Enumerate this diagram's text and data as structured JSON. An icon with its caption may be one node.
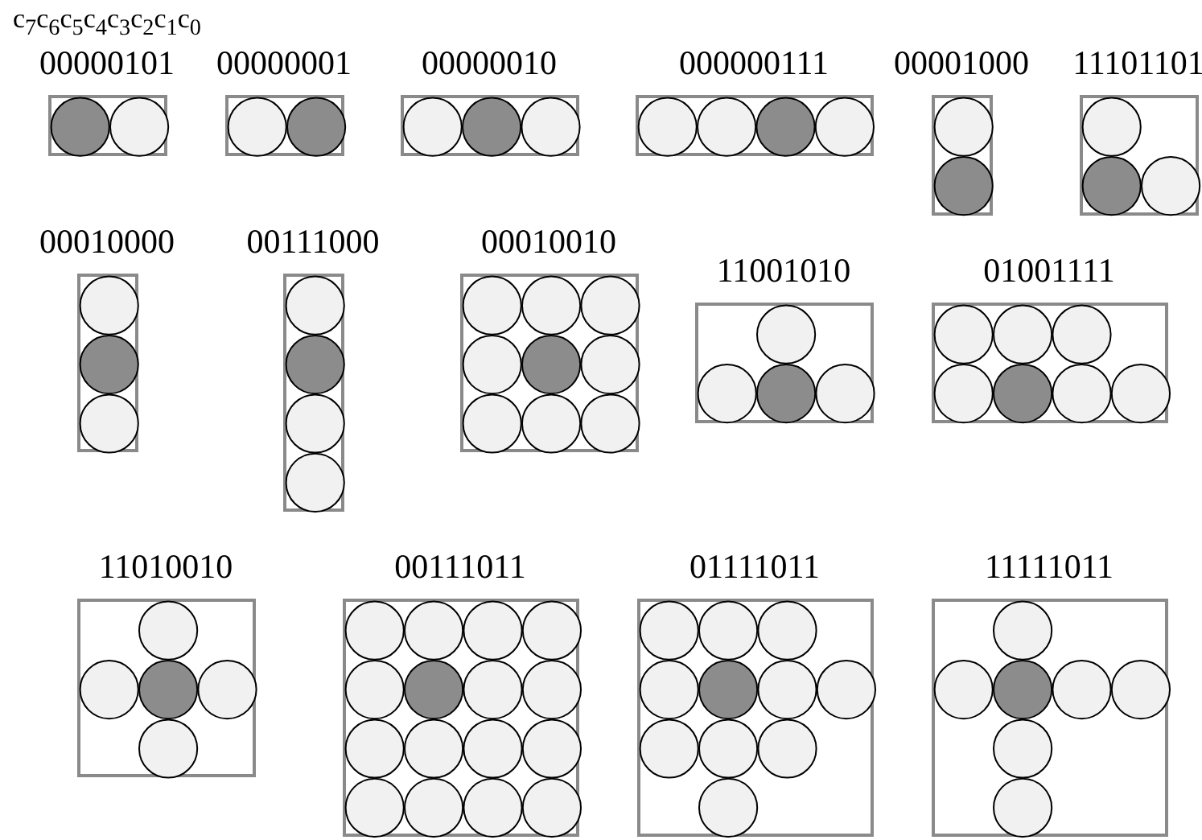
{
  "diagram": {
    "nodes": [
      {
        "text": [
          "00000101"
        ]
      },
      {
        "text": [
          "00000001"
        ]
      },
      {
        "text": [
          "00000010"
        ]
      },
      {
        "text": [
          "000000111"
        ]
      },
      {
        "text": [
          "00001000"
        ]
      },
      {
        "text": [
          "11101101"
        ]
      },
      {
        "text": [
          "00010000"
        ]
      },
      {
        "text": [
          "00111000"
        ]
      },
      {
        "text": [
          "00010010"
        ]
      },
      {
        "text": [
          "11001010"
        ]
      },
      {
        "text": [
          "01001111"
        ]
      },
      {
        "text": [
          "11010010"
        ]
      },
      {
        "text": [
          "00111011"
        ]
      },
      {
        "text": [
          "01111011"
        ]
      },
      {
        "text": [
          "11111011"
        ]
      }
    ],
    "edges": [],
    "labels": [
      "c$_{7}$c$_{6}$c$_{5}$c$_{4}$c$_{3}$c$_{2}$c$_{1}$c$_{0}$"
    ]
  }
}
